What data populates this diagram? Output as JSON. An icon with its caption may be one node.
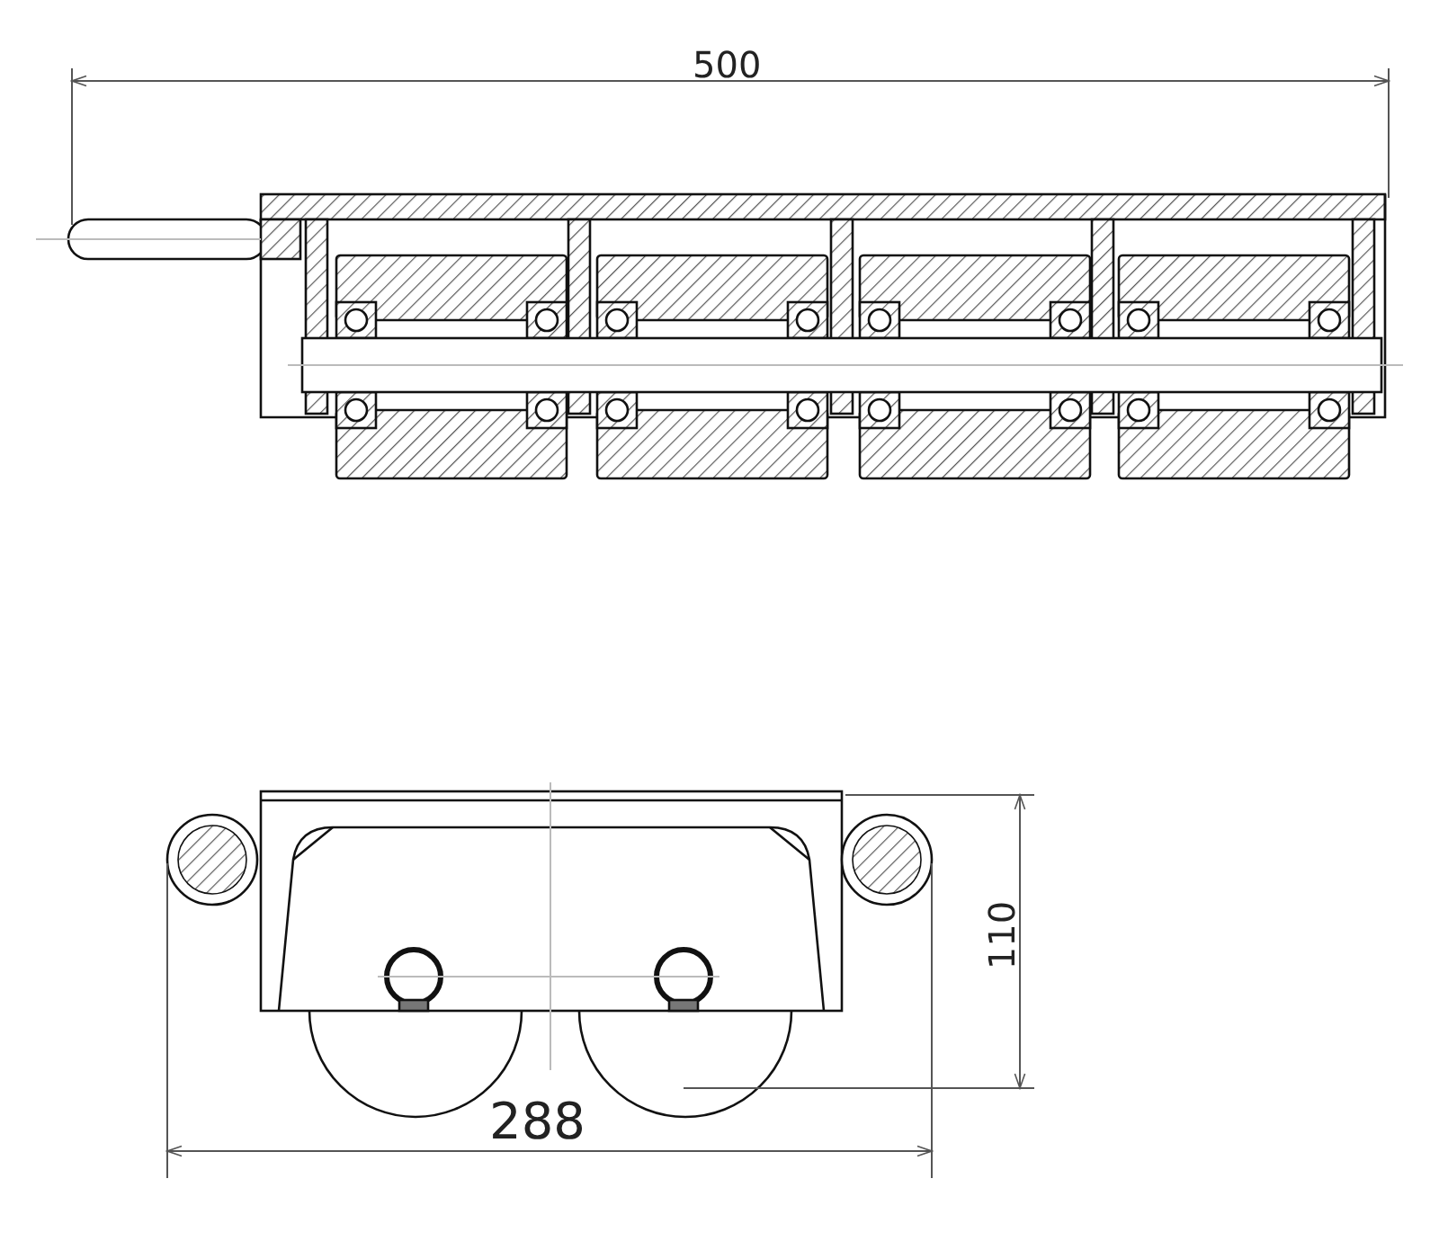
{
  "diagram": {
    "labels": [
      "500",
      "110",
      "288"
    ]
  }
}
